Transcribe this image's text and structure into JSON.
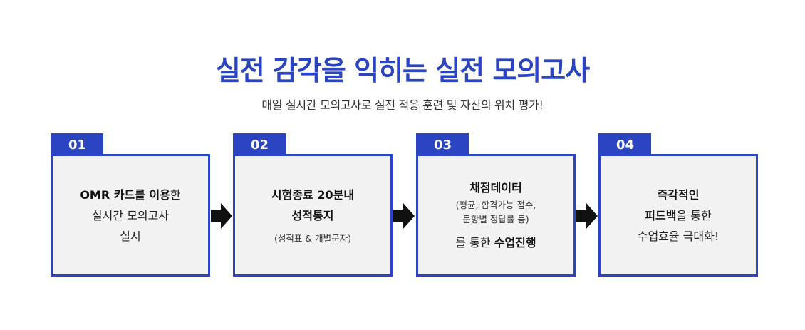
{
  "header": {
    "title": "실전 감각을 익히는 실전 모의고사",
    "subtitle": "매일 실시간 모의고사로 실전 적응 훈련 및 자신의 위치 평가!"
  },
  "steps": [
    {
      "number": "01",
      "lines": [
        {
          "bold": "OMR 카드를 이용",
          "rest": "한"
        },
        {
          "text": "실시간 모의고사"
        },
        {
          "text": "실시"
        }
      ]
    },
    {
      "number": "02",
      "title1": "시험종료 20분내",
      "title2": "성적통지",
      "note": "(성적표 & 개별문자)"
    },
    {
      "number": "03",
      "title": "채점데이터",
      "note1": "(평균, 합격가능 점수,",
      "note2": "문항별 정답률 등)",
      "last_pre": "를 통한 ",
      "last_bold": "수업진행"
    },
    {
      "number": "04",
      "line1": "즉각적인",
      "line2_bold": "피드백",
      "line2_rest": "을 통한",
      "line3": "수업효율 극대화!"
    }
  ],
  "colors": {
    "accent": "#2b45c2",
    "box_bg": "#f2f2f2",
    "arrow": "#111111"
  },
  "icons": [
    "arrow-right-icon",
    "arrow-right-icon",
    "arrow-right-icon"
  ]
}
